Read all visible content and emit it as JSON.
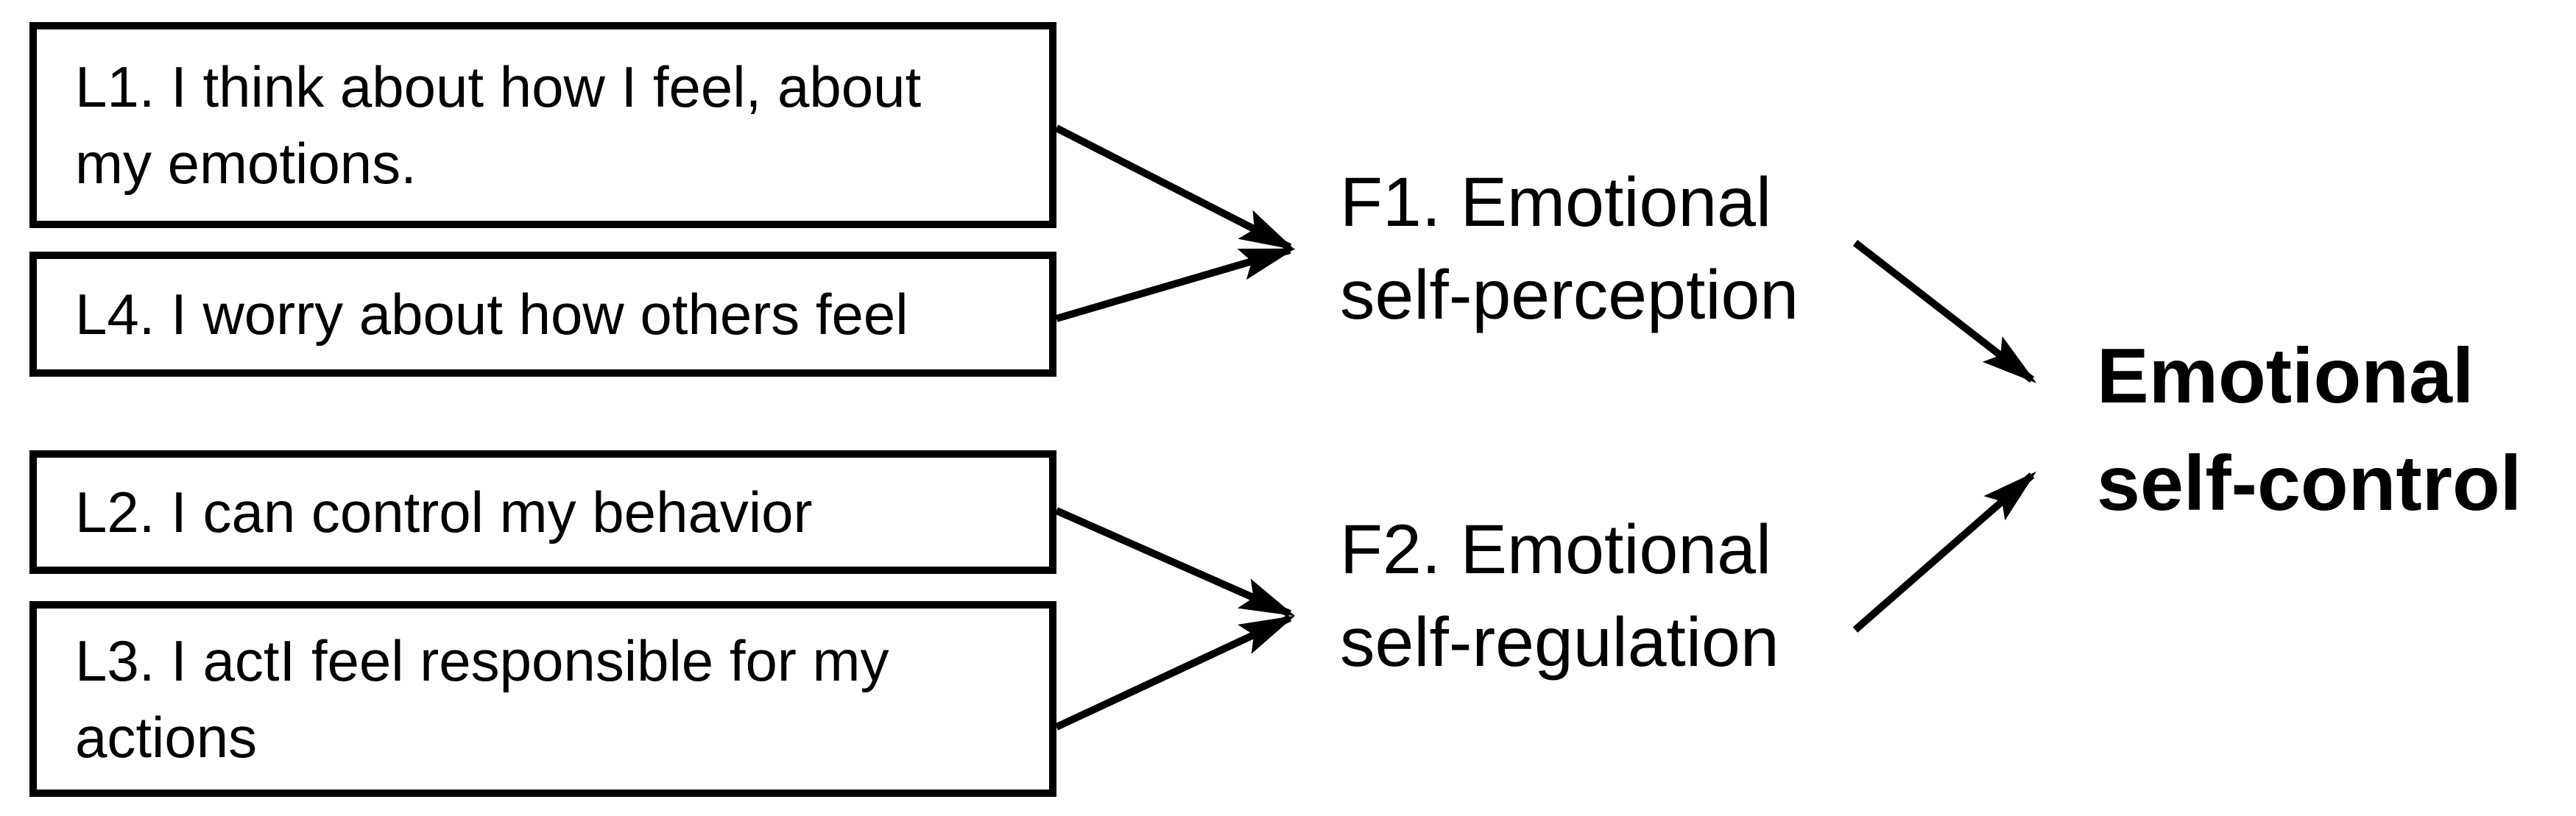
{
  "diagram": {
    "background_color": "#ffffff",
    "line_color": "#000000",
    "indicator_boxes": {
      "l1": {
        "lines": [
          "L1. I think about how I feel, about",
          "my emotions."
        ]
      },
      "l4": {
        "lines": [
          "L4. I worry about how others feel"
        ]
      },
      "l2": {
        "lines": [
          "L2. I can control my behavior"
        ]
      },
      "l3": {
        "lines": [
          "L3. I actI feel responsible for my",
          "actions"
        ]
      }
    },
    "factors": {
      "f1": {
        "lines": [
          "F1. Emotional",
          "self-perception"
        ]
      },
      "f2": {
        "lines": [
          "F2. Emotional",
          "self-regulation"
        ]
      }
    },
    "outcome": {
      "lines": [
        "Emotional",
        "self-control"
      ]
    },
    "edges": [
      {
        "from": "L1",
        "to": "F1"
      },
      {
        "from": "L4",
        "to": "F1"
      },
      {
        "from": "L2",
        "to": "F2"
      },
      {
        "from": "L3",
        "to": "F2"
      },
      {
        "from": "F1",
        "to": "Emotional self-control"
      },
      {
        "from": "F2",
        "to": "Emotional self-control"
      }
    ]
  }
}
